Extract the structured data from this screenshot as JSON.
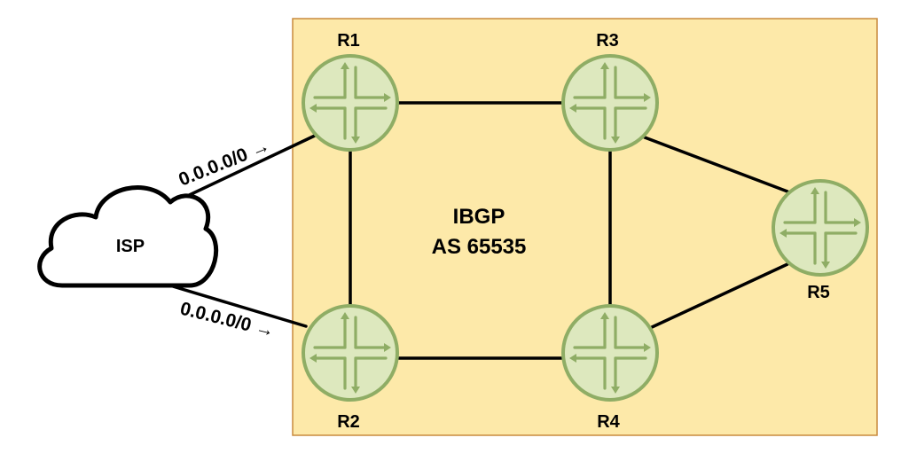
{
  "colors": {
    "as_area_fill": "#FDE9A9",
    "as_area_border": "#C88A3E",
    "router_fill": "#DDE8BE",
    "router_stroke": "#8FAD65",
    "link": "#000000"
  },
  "as_area": {
    "title": "IBGP",
    "as_number": "AS 65535"
  },
  "cloud": {
    "label": "ISP",
    "icon": "cloud-icon"
  },
  "routers": [
    {
      "id": "r1",
      "label": "R1",
      "icon": "router-icon"
    },
    {
      "id": "r2",
      "label": "R2",
      "icon": "router-icon"
    },
    {
      "id": "r3",
      "label": "R3",
      "icon": "router-icon"
    },
    {
      "id": "r4",
      "label": "R4",
      "icon": "router-icon"
    },
    {
      "id": "r5",
      "label": "R5",
      "icon": "router-icon"
    }
  ],
  "routes": [
    {
      "to": "r1",
      "text": "0.0.0.0/0 →"
    },
    {
      "to": "r2",
      "text": "0.0.0.0/0 →"
    }
  ]
}
